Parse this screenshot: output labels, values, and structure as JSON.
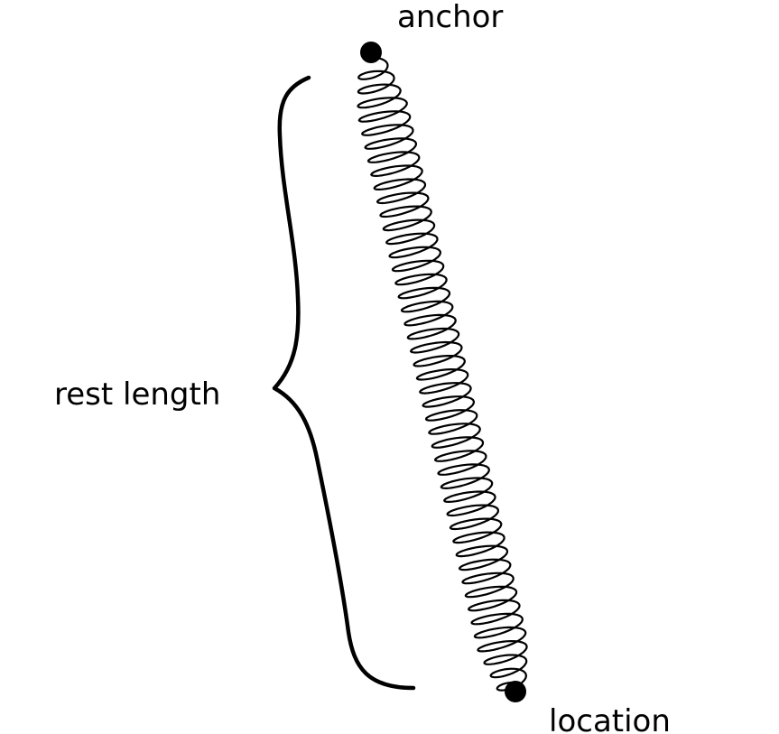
{
  "labels": {
    "anchor": "anchor",
    "rest_length": "rest length",
    "location": "location"
  },
  "colors": {
    "ink": "#000000",
    "background": "#ffffff"
  }
}
